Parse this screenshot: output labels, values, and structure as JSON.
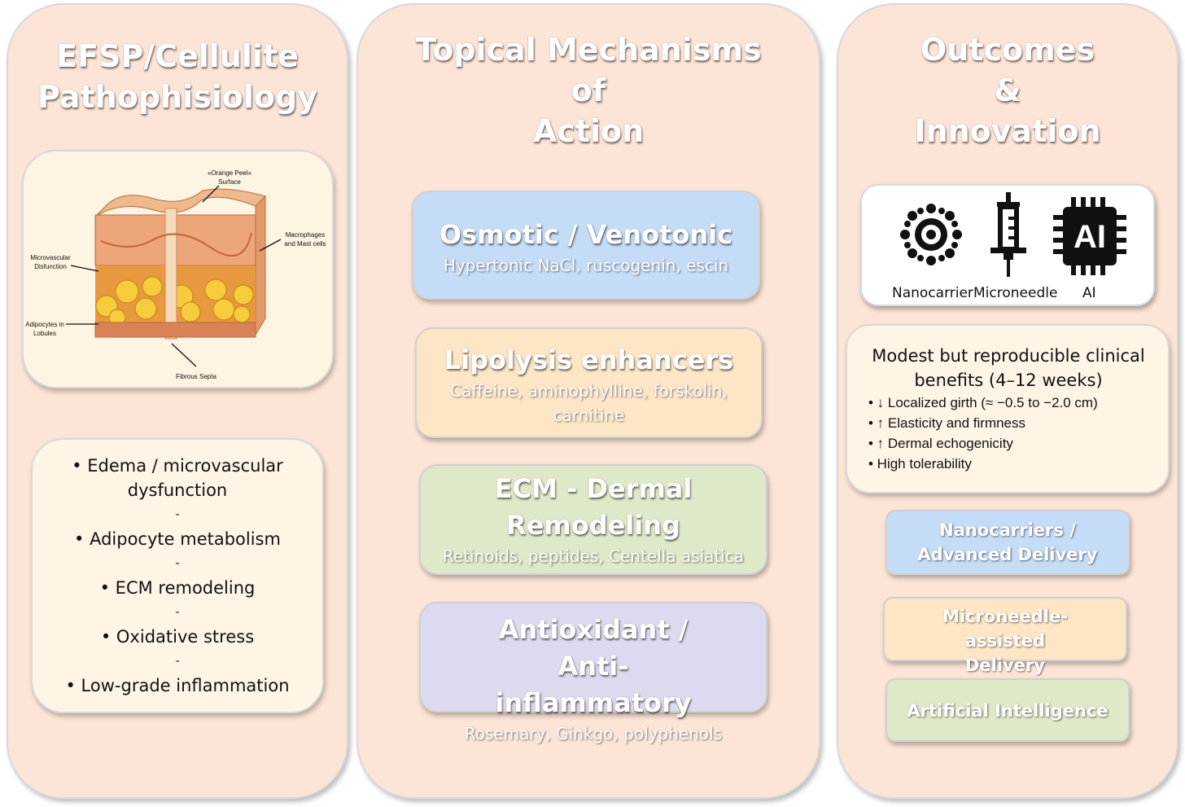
{
  "columns": {
    "left": {
      "title": "EFSP/Cellulite\nPathophisiology",
      "illustration": {
        "labels": {
          "orange_peel": "«Orange Peel»",
          "surface": "Surface",
          "microvascular": "Microvascular",
          "disfunction": "Disfunction",
          "macrophages": "Macrophages",
          "mast_cells": "and Mast cells",
          "adipocytes": "Adipocytes in",
          "lobules": "Lobules",
          "fibrous_septa": "Fibrous Septa"
        }
      },
      "factors": [
        "•  Edema / microvascular",
        "dysfunction",
        "-",
        "• Adipocyte metabolism",
        "-",
        "• ECM remodeling",
        "-",
        "• Oxidative stress",
        "-",
        "• Low-grade inflammation"
      ]
    },
    "middle": {
      "title": "Topical Mechanisms\nof\nAction",
      "mechanisms": [
        {
          "title": "Osmotic / Venotonic",
          "subtitle": "Hypertonic NaCl, ruscogenin, escin",
          "color": "#c5dcf7"
        },
        {
          "title": "Lipolysis enhancers",
          "subtitle": "Caffeine, aminophylline, forskolin, carnitine",
          "color": "#fde6c6"
        },
        {
          "title": "ECM - Dermal Remodeling",
          "subtitle": "Retinoids, peptides, Centella asiatica",
          "color": "#dde9c8"
        },
        {
          "title": "Antioxidant / Anti-inflammatory",
          "subtitle": "Rosemary, Ginkgo, polyphenols",
          "color": "#dcdaef"
        }
      ]
    },
    "right": {
      "title": "Outcomes\n&\nInnovation",
      "innovations": [
        {
          "icon": "nanocarrier-icon",
          "label": "Nanocarrier"
        },
        {
          "icon": "syringe-icon",
          "label": "Microneedle"
        },
        {
          "icon": "ai-chip-icon",
          "label": "AI"
        }
      ],
      "benefits": {
        "heading": "Modest but reproducible clinical benefits (4–12 weeks)",
        "items": [
          "• ↓ Localized girth (≈ −0.5 to −2.0 cm)",
          "• ↑ Elasticity and firmness",
          "• ↑ Dermal echogenicity",
          "•  High tolerability"
        ]
      },
      "advances": [
        {
          "label": "Nanocarriers / Advanced Delivery",
          "color": "#c5dcf7"
        },
        {
          "label": "Microneedle-assisted Delivery",
          "color": "#fde6c6"
        },
        {
          "label": "Artificial Intelligence",
          "color": "#dde9c8"
        }
      ]
    }
  }
}
